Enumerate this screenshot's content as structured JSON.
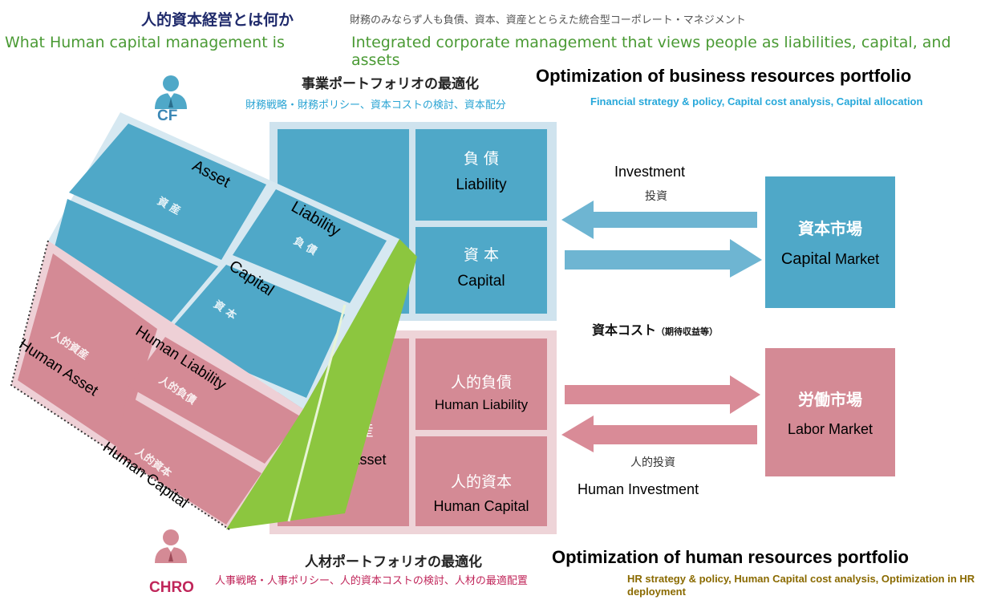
{
  "header": {
    "title_jp": "人的資本経営とは何か",
    "subtitle_jp": "財務のみならず人も負債、資本、資産ととらえた統合型コーポレート・マネジメント",
    "title_en": "What Human capital management is",
    "subtitle_en": "Integrated corporate management that views people as liabilities, capital, and assets"
  },
  "business": {
    "heading_jp": "事業ポートフォリオの最適化",
    "heading_en": "Optimization of business resources portfolio",
    "sub_jp": "財務戦略・財務ポリシー、資本コストの検討、資本配分",
    "sub_en": "Financial strategy & policy, Capital cost analysis, Capital allocation"
  },
  "hr": {
    "heading_jp": "人材ポートフォリオの最適化",
    "heading_en": "Optimization of human resources portfolio",
    "sub_jp": "人事戦略・人事ポリシー、人的資本コストの検討、人材の最適配置",
    "sub_en": "HR strategy & policy, Human Capital cost analysis, Optimization in HR deployment"
  },
  "cfo_label": "CF",
  "chro_label": "CHRO",
  "grid": {
    "liability_jp": "負 債",
    "liability_en": "Liability",
    "capital_jp": "資 本",
    "capital_en": "Capital",
    "human_asset_jp": "人的資産",
    "human_asset_en": "Human Asset",
    "human_liability_jp": "人的負債",
    "human_liability_en": "Human Liability",
    "human_capital_jp": "人的資本",
    "human_capital_en": "Human Capital"
  },
  "markets": {
    "capital_jp": "資本市場",
    "capital_en_a": "Capital",
    "capital_en_b": " Market",
    "labor_jp": "労働市場",
    "labor_en": "Labor Market"
  },
  "flows": {
    "investment_en": "Investment",
    "investment_jp": "投資",
    "capital_cost_jp": "資本コスト",
    "capital_cost_note": "（期待収益等）",
    "human_investment_jp": "人的投資",
    "human_investment_en": "Human Investment"
  },
  "cube": {
    "asset": "Asset",
    "asset_jp": "資 産",
    "liability": "Liability",
    "liability_jp": "負 債",
    "capital": "Capital",
    "capital_jp": "資 本",
    "human_asset": "Human Asset",
    "human_asset_jp": "人的資産",
    "human_liability": "Human Liability",
    "human_liability_jp": "人的負債",
    "human_capital": "Human Capital",
    "human_capital_jp": "人的資本"
  },
  "colors": {
    "blue": "#4fa8c8",
    "pink": "#d48a95",
    "green": "#8cc63f",
    "title_green": "#4a9a34"
  }
}
